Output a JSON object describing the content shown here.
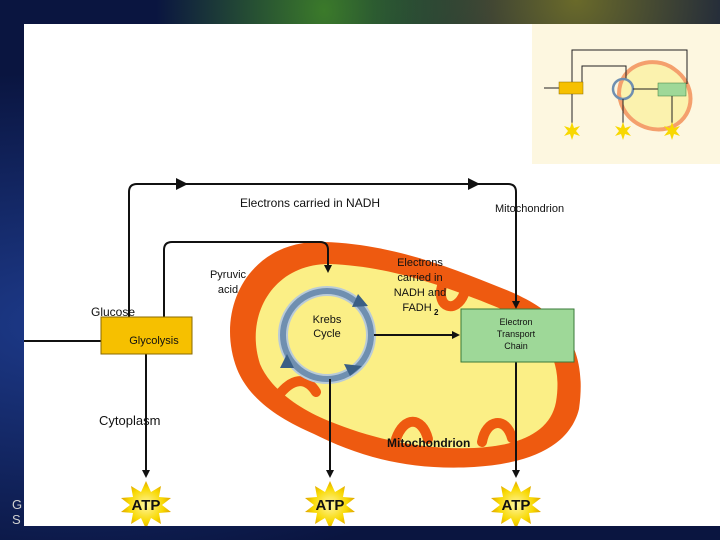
{
  "labels": {
    "electrons_nadh": "Electrons carried in NADH",
    "mitochondrion_top": "Mitochondrion",
    "pyruvic_line1": "Pyruvic",
    "pyruvic_line2": "acid",
    "electrons2_line1": "Electrons",
    "electrons2_line2": "carried in",
    "electrons2_line3": "NADH and",
    "electrons2_line4": "FADH",
    "electrons2_sub": "2",
    "glucose": "Glucose",
    "glycolysis": "Glycolysis",
    "krebs_line1": "Krebs",
    "krebs_line2": "Cycle",
    "etc_line1": "Electron",
    "etc_line2": "Transport",
    "etc_line3": "Chain",
    "cytoplasm": "Cytoplasm",
    "mitochondrion_inner": "Mitochondrion",
    "atp1": "ATP",
    "atp2": "ATP",
    "atp3": "ATP"
  },
  "corner": {
    "line1": "G",
    "line2": "S"
  },
  "colors": {
    "membrane_outer": "#ee5a10",
    "matrix": "#fbef86",
    "glycolysis_box": "#f6c000",
    "etc_box": "#9ed898",
    "krebs_ring": "#6f8fb0",
    "atp_star": "#f8d800"
  }
}
